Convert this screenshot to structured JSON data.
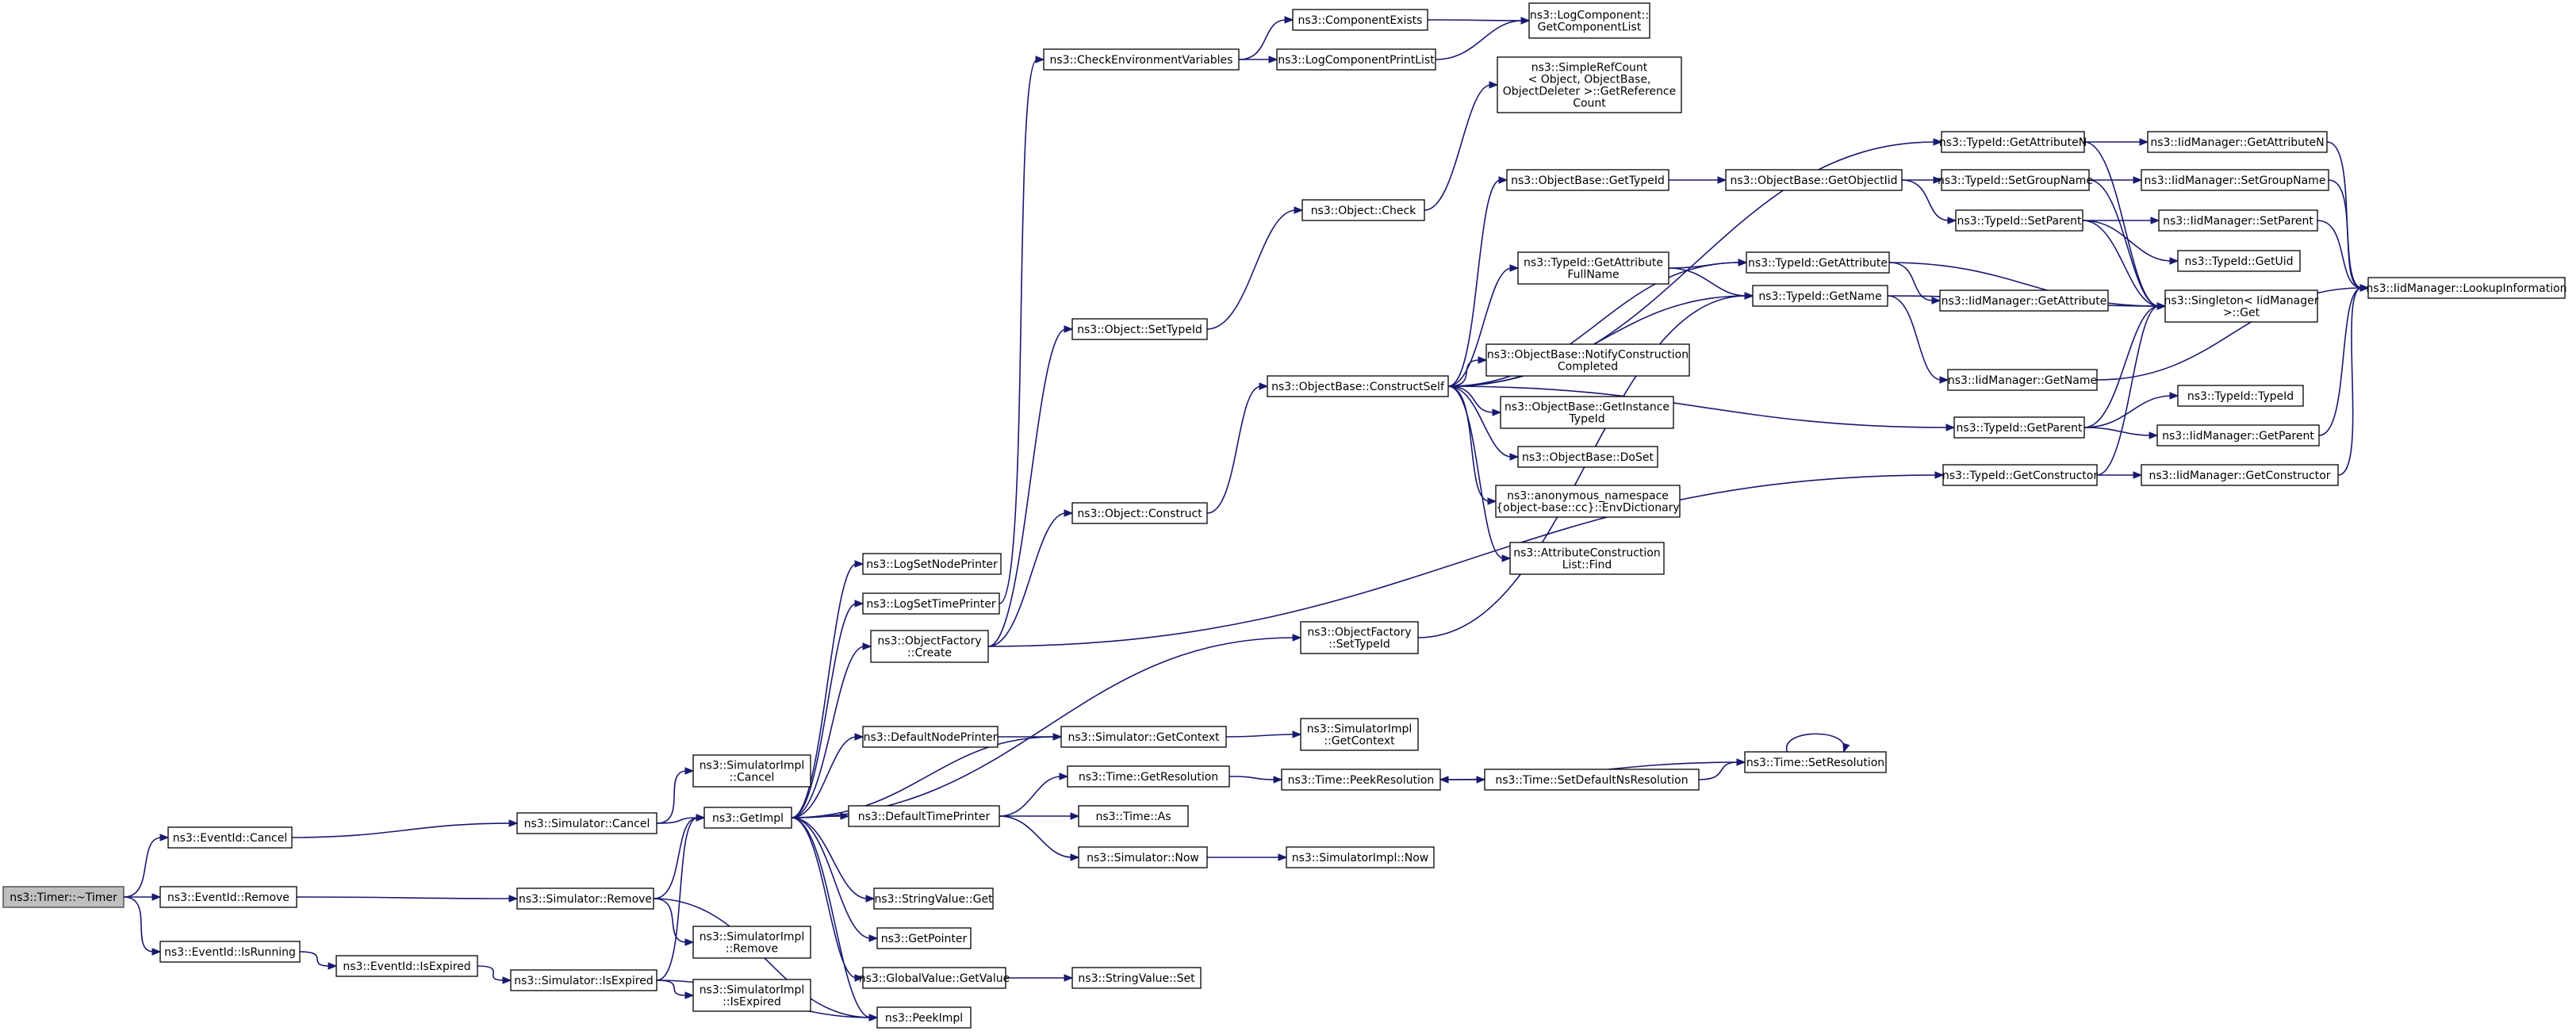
{
  "nodes": [
    {
      "id": "timer_dtor",
      "label": [
        "ns3::Timer::~Timer"
      ],
      "root": true
    },
    {
      "id": "eventid_cancel",
      "label": [
        "ns3::EventId::Cancel"
      ]
    },
    {
      "id": "eventid_remove",
      "label": [
        "ns3::EventId::Remove"
      ]
    },
    {
      "id": "eventid_isrunning",
      "label": [
        "ns3::EventId::IsRunning"
      ]
    },
    {
      "id": "eventid_isexpired",
      "label": [
        "ns3::EventId::IsExpired"
      ]
    },
    {
      "id": "sim_cancel",
      "label": [
        "ns3::Simulator::Cancel"
      ]
    },
    {
      "id": "sim_remove",
      "label": [
        "ns3::Simulator::Remove"
      ]
    },
    {
      "id": "sim_isexpired",
      "label": [
        "ns3::Simulator::IsExpired"
      ]
    },
    {
      "id": "simimpl_cancel",
      "label": [
        "ns3::SimulatorImpl",
        "::Cancel"
      ]
    },
    {
      "id": "simimpl_remove",
      "label": [
        "ns3::SimulatorImpl",
        "::Remove"
      ]
    },
    {
      "id": "simimpl_isexpired",
      "label": [
        "ns3::SimulatorImpl",
        "::IsExpired"
      ]
    },
    {
      "id": "getimpl",
      "label": [
        "ns3::GetImpl"
      ]
    },
    {
      "id": "peekimpl",
      "label": [
        "ns3::PeekImpl"
      ]
    },
    {
      "id": "logsetnodeprinter",
      "label": [
        "ns3::LogSetNodePrinter"
      ]
    },
    {
      "id": "logsettimeprinter",
      "label": [
        "ns3::LogSetTimePrinter"
      ]
    },
    {
      "id": "objfactory_create",
      "label": [
        "ns3::ObjectFactory",
        "::Create"
      ]
    },
    {
      "id": "defaultnodeprinter",
      "label": [
        "ns3::DefaultNodePrinter"
      ]
    },
    {
      "id": "defaulttimeprinter",
      "label": [
        "ns3::DefaultTimePrinter"
      ]
    },
    {
      "id": "stringvalue_get",
      "label": [
        "ns3::StringValue::Get"
      ]
    },
    {
      "id": "getpointer",
      "label": [
        "ns3::GetPointer"
      ]
    },
    {
      "id": "globalvalue_getvalue",
      "label": [
        "ns3::GlobalValue::GetValue"
      ]
    },
    {
      "id": "checkenvvars",
      "label": [
        "ns3::CheckEnvironmentVariables"
      ]
    },
    {
      "id": "componentexists",
      "label": [
        "ns3::ComponentExists"
      ]
    },
    {
      "id": "logcomponentprintlist",
      "label": [
        "ns3::LogComponentPrintList"
      ]
    },
    {
      "id": "logcomponent_getlist",
      "label": [
        "ns3::LogComponent::",
        "GetComponentList"
      ]
    },
    {
      "id": "object_settypeid",
      "label": [
        "ns3::Object::SetTypeId"
      ]
    },
    {
      "id": "object_construct",
      "label": [
        "ns3::Object::Construct"
      ]
    },
    {
      "id": "object_check",
      "label": [
        "ns3::Object::Check"
      ]
    },
    {
      "id": "simplerefcount",
      "label": [
        "ns3::SimpleRefCount",
        "< Object, ObjectBase,",
        "ObjectDeleter >::GetReference",
        "Count"
      ]
    },
    {
      "id": "objfactory_settypeid",
      "label": [
        "ns3::ObjectFactory",
        "::SetTypeId"
      ]
    },
    {
      "id": "sim_getcontext",
      "label": [
        "ns3::Simulator::GetContext"
      ]
    },
    {
      "id": "simimpl_getcontext",
      "label": [
        "ns3::SimulatorImpl",
        "::GetContext"
      ]
    },
    {
      "id": "time_getresolution",
      "label": [
        "ns3::Time::GetResolution"
      ]
    },
    {
      "id": "time_as",
      "label": [
        "ns3::Time::As"
      ]
    },
    {
      "id": "sim_now",
      "label": [
        "ns3::Simulator::Now"
      ]
    },
    {
      "id": "simimpl_now",
      "label": [
        "ns3::SimulatorImpl::Now"
      ]
    },
    {
      "id": "stringvalue_set",
      "label": [
        "ns3::StringValue::Set"
      ]
    },
    {
      "id": "objbase_constructself",
      "label": [
        "ns3::ObjectBase::ConstructSelf"
      ]
    },
    {
      "id": "objbase_gettypeid",
      "label": [
        "ns3::ObjectBase::GetTypeId"
      ]
    },
    {
      "id": "typeid_getattributefullname",
      "label": [
        "ns3::TypeId::GetAttribute",
        "FullName"
      ]
    },
    {
      "id": "objbase_notifyconstruction",
      "label": [
        "ns3::ObjectBase::NotifyConstruction",
        "Completed"
      ]
    },
    {
      "id": "objbase_getinstancetypeid",
      "label": [
        "ns3::ObjectBase::GetInstance",
        "TypeId"
      ]
    },
    {
      "id": "objbase_doset",
      "label": [
        "ns3::ObjectBase::DoSet"
      ]
    },
    {
      "id": "anon_envdictionary",
      "label": [
        "ns3::anonymous_namespace",
        "{object-base::cc}::EnvDictionary"
      ]
    },
    {
      "id": "attrconstructionlist_find",
      "label": [
        "ns3::AttributeConstruction",
        "List::Find"
      ]
    },
    {
      "id": "objbase_getobjectiid",
      "label": [
        "ns3::ObjectBase::GetObjectIid"
      ]
    },
    {
      "id": "typeid_getattribute",
      "label": [
        "ns3::TypeId::GetAttribute"
      ]
    },
    {
      "id": "typeid_getname",
      "label": [
        "ns3::TypeId::GetName"
      ]
    },
    {
      "id": "typeid_getattributen",
      "label": [
        "ns3::TypeId::GetAttributeN"
      ]
    },
    {
      "id": "typeid_setgroupname",
      "label": [
        "ns3::TypeId::SetGroupName"
      ]
    },
    {
      "id": "typeid_setparent",
      "label": [
        "ns3::TypeId::SetParent"
      ]
    },
    {
      "id": "iidmanager_getattribute",
      "label": [
        "ns3::IidManager::GetAttribute"
      ]
    },
    {
      "id": "iidmanager_getname",
      "label": [
        "ns3::IidManager::GetName"
      ]
    },
    {
      "id": "typeid_getparent",
      "label": [
        "ns3::TypeId::GetParent"
      ]
    },
    {
      "id": "typeid_getconstructor",
      "label": [
        "ns3::TypeId::GetConstructor"
      ]
    },
    {
      "id": "time_peekresolution",
      "label": [
        "ns3::Time::PeekResolution"
      ]
    },
    {
      "id": "time_setdefaultnsresolution",
      "label": [
        "ns3::Time::SetDefaultNsResolution"
      ]
    },
    {
      "id": "time_setresolution",
      "label": [
        "ns3::Time::SetResolution"
      ]
    },
    {
      "id": "iidmanager_getattributen",
      "label": [
        "ns3::IidManager::GetAttributeN"
      ]
    },
    {
      "id": "iidmanager_setgroupname",
      "label": [
        "ns3::IidManager::SetGroupName"
      ]
    },
    {
      "id": "iidmanager_setparent",
      "label": [
        "ns3::IidManager::SetParent"
      ]
    },
    {
      "id": "typeid_getuid",
      "label": [
        "ns3::TypeId::GetUid"
      ]
    },
    {
      "id": "singleton_get",
      "label": [
        "ns3::Singleton< IidManager",
        ">::Get"
      ]
    },
    {
      "id": "typeid_typeid",
      "label": [
        "ns3::TypeId::TypeId"
      ]
    },
    {
      "id": "iidmanager_getparent",
      "label": [
        "ns3::IidManager::GetParent"
      ]
    },
    {
      "id": "iidmanager_getconstructor",
      "label": [
        "ns3::IidManager::GetConstructor"
      ]
    },
    {
      "id": "iidmanager_lookupinformation",
      "label": [
        "ns3::IidManager::LookupInformation"
      ]
    }
  ],
  "edges": [
    [
      "timer_dtor",
      "eventid_cancel"
    ],
    [
      "timer_dtor",
      "eventid_remove"
    ],
    [
      "timer_dtor",
      "eventid_isrunning"
    ],
    [
      "eventid_cancel",
      "sim_cancel"
    ],
    [
      "eventid_remove",
      "sim_remove"
    ],
    [
      "eventid_isrunning",
      "eventid_isexpired"
    ],
    [
      "eventid_isexpired",
      "sim_isexpired"
    ],
    [
      "sim_cancel",
      "simimpl_cancel"
    ],
    [
      "sim_cancel",
      "getimpl"
    ],
    [
      "sim_remove",
      "simimpl_remove"
    ],
    [
      "sim_remove",
      "getimpl"
    ],
    [
      "sim_remove",
      "peekimpl"
    ],
    [
      "sim_isexpired",
      "simimpl_isexpired"
    ],
    [
      "sim_isexpired",
      "getimpl"
    ],
    [
      "sim_isexpired",
      "peekimpl"
    ],
    [
      "getimpl",
      "logsetnodeprinter"
    ],
    [
      "getimpl",
      "logsettimeprinter"
    ],
    [
      "getimpl",
      "objfactory_create"
    ],
    [
      "getimpl",
      "objfactory_settypeid"
    ],
    [
      "getimpl",
      "defaultnodeprinter"
    ],
    [
      "getimpl",
      "sim_getcontext"
    ],
    [
      "getimpl",
      "defaulttimeprinter"
    ],
    [
      "getimpl",
      "stringvalue_get"
    ],
    [
      "getimpl",
      "getpointer"
    ],
    [
      "getimpl",
      "globalvalue_getvalue"
    ],
    [
      "getimpl",
      "peekimpl"
    ],
    [
      "logsettimeprinter",
      "checkenvvars"
    ],
    [
      "checkenvvars",
      "componentexists"
    ],
    [
      "checkenvvars",
      "logcomponentprintlist"
    ],
    [
      "componentexists",
      "logcomponent_getlist"
    ],
    [
      "logcomponentprintlist",
      "logcomponent_getlist"
    ],
    [
      "objfactory_create",
      "object_settypeid"
    ],
    [
      "objfactory_create",
      "object_construct"
    ],
    [
      "objfactory_create",
      "typeid_getconstructor"
    ],
    [
      "object_settypeid",
      "object_check"
    ],
    [
      "object_check",
      "simplerefcount"
    ],
    [
      "object_construct",
      "objbase_constructself"
    ],
    [
      "objfactory_settypeid",
      "typeid_getname"
    ],
    [
      "defaultnodeprinter",
      "sim_getcontext"
    ],
    [
      "sim_getcontext",
      "simimpl_getcontext"
    ],
    [
      "defaulttimeprinter",
      "time_getresolution"
    ],
    [
      "defaulttimeprinter",
      "time_as"
    ],
    [
      "defaulttimeprinter",
      "sim_now"
    ],
    [
      "time_getresolution",
      "time_peekresolution"
    ],
    [
      "sim_now",
      "simimpl_now"
    ],
    [
      "globalvalue_getvalue",
      "stringvalue_set"
    ],
    [
      "objbase_constructself",
      "objbase_gettypeid"
    ],
    [
      "objbase_constructself",
      "typeid_getattributefullname"
    ],
    [
      "objbase_constructself",
      "objbase_notifyconstruction"
    ],
    [
      "objbase_constructself",
      "objbase_getinstancetypeid"
    ],
    [
      "objbase_constructself",
      "objbase_doset"
    ],
    [
      "objbase_constructself",
      "anon_envdictionary"
    ],
    [
      "objbase_constructself",
      "attrconstructionlist_find"
    ],
    [
      "objbase_constructself",
      "typeid_getattribute"
    ],
    [
      "objbase_constructself",
      "typeid_getname"
    ],
    [
      "objbase_constructself",
      "typeid_getattributen"
    ],
    [
      "objbase_constructself",
      "typeid_getparent"
    ],
    [
      "objbase_gettypeid",
      "objbase_getobjectiid"
    ],
    [
      "objbase_getobjectiid",
      "typeid_setgroupname"
    ],
    [
      "objbase_getobjectiid",
      "typeid_setparent"
    ],
    [
      "typeid_getattributefullname",
      "typeid_getattribute"
    ],
    [
      "typeid_getattributefullname",
      "typeid_getname"
    ],
    [
      "typeid_getattribute",
      "iidmanager_getattribute"
    ],
    [
      "typeid_getattribute",
      "singleton_get"
    ],
    [
      "typeid_getname",
      "iidmanager_getname"
    ],
    [
      "typeid_getname",
      "singleton_get"
    ],
    [
      "typeid_getattributen",
      "iidmanager_getattributen"
    ],
    [
      "typeid_getattributen",
      "singleton_get"
    ],
    [
      "typeid_setgroupname",
      "iidmanager_setgroupname"
    ],
    [
      "typeid_setgroupname",
      "singleton_get"
    ],
    [
      "typeid_setparent",
      "iidmanager_setparent"
    ],
    [
      "typeid_setparent",
      "typeid_getuid"
    ],
    [
      "typeid_setparent",
      "singleton_get"
    ],
    [
      "typeid_getparent",
      "typeid_typeid"
    ],
    [
      "typeid_getparent",
      "iidmanager_getparent"
    ],
    [
      "typeid_getparent",
      "singleton_get"
    ],
    [
      "typeid_getconstructor",
      "iidmanager_getconstructor"
    ],
    [
      "typeid_getconstructor",
      "singleton_get"
    ],
    [
      "time_peekresolution",
      "time_setdefaultnsresolution"
    ],
    [
      "time_setdefaultnsresolution",
      "time_setresolution"
    ],
    [
      "time_setresolution",
      "time_peekresolution"
    ],
    [
      "time_setresolution",
      "time_setresolution"
    ],
    [
      "iidmanager_getattributen",
      "iidmanager_lookupinformation"
    ],
    [
      "iidmanager_setgroupname",
      "iidmanager_lookupinformation"
    ],
    [
      "iidmanager_setparent",
      "iidmanager_lookupinformation"
    ],
    [
      "iidmanager_getname",
      "iidmanager_lookupinformation"
    ],
    [
      "iidmanager_getparent",
      "iidmanager_lookupinformation"
    ],
    [
      "iidmanager_getconstructor",
      "iidmanager_lookupinformation"
    ]
  ]
}
